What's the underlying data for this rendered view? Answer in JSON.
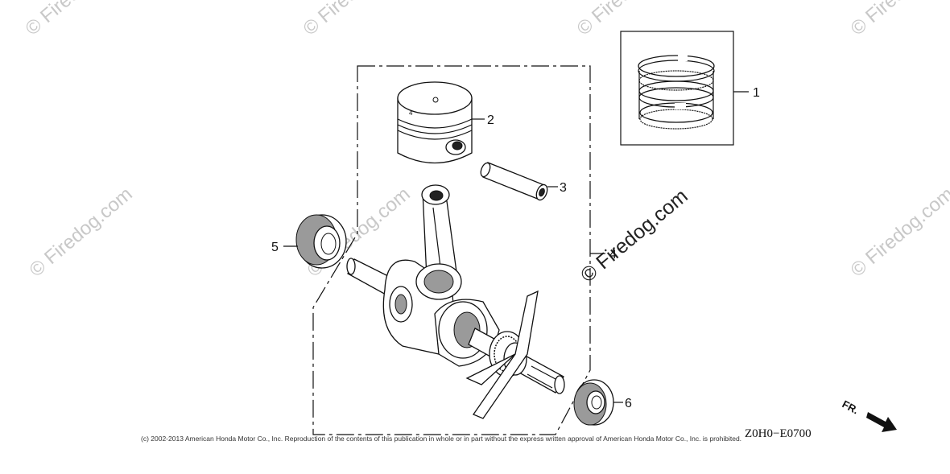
{
  "watermark": {
    "text": "© Firedog.com",
    "short_text": "© Firedo"
  },
  "callouts": [
    {
      "id": "1",
      "label": "1"
    },
    {
      "id": "2",
      "label": "2"
    },
    {
      "id": "3",
      "label": "3"
    },
    {
      "id": "4",
      "label": "4"
    },
    {
      "id": "5",
      "label": "5"
    },
    {
      "id": "6",
      "label": "6"
    }
  ],
  "diagram_code": "Z0H0−E0700",
  "direction_label": "FR.",
  "copyright": "(c) 2002-2013 American Honda Motor Co., Inc. Reproduction of the contents of this publication in whole or in part without the express written approval of American Honda Motor Co., Inc. is prohibited.",
  "colors": {
    "line": "#111111",
    "watermark": "#c8c8c8",
    "background": "#ffffff"
  }
}
